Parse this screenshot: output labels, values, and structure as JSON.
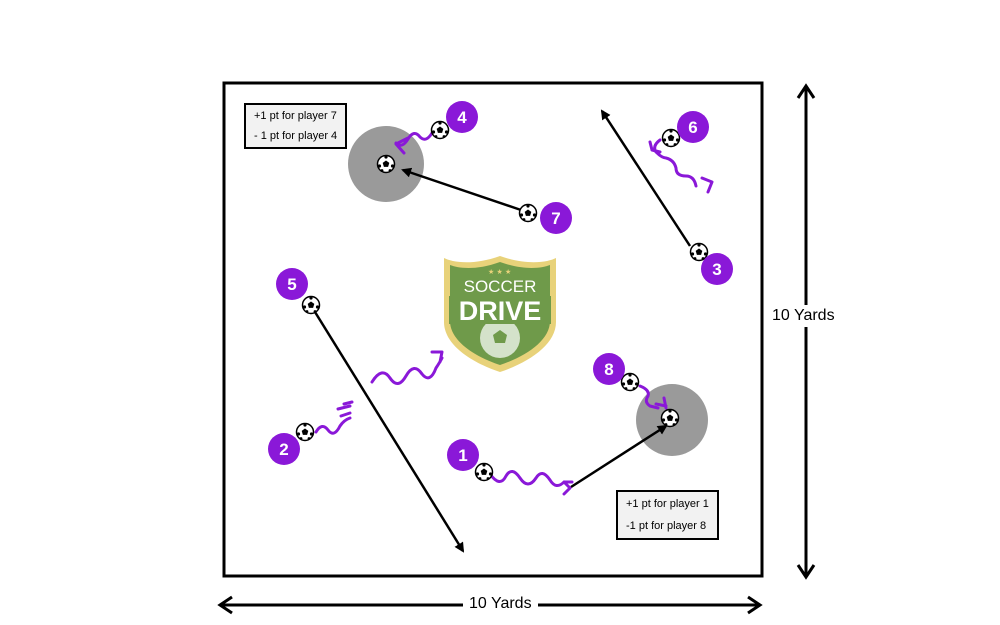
{
  "score_boxes": {
    "top_left": [
      "+1 pt for player 7",
      "- 1 pt for player 4"
    ],
    "bottom_right": [
      "+1 pt for player 1",
      "-1 pt for player 8"
    ]
  },
  "dimensions": {
    "width_label": "10 Yards",
    "height_label": "10 Yards"
  },
  "logo": {
    "line1": "SOCCER",
    "line2": "DRIVE",
    "icon": "soccer-drive-shield-logo"
  },
  "players": [
    {
      "number": "1"
    },
    {
      "number": "2"
    },
    {
      "number": "3"
    },
    {
      "number": "4"
    },
    {
      "number": "5"
    },
    {
      "number": "6"
    },
    {
      "number": "7"
    },
    {
      "number": "8"
    }
  ],
  "colors": {
    "player": "#8a18d8",
    "dribble": "#8a18d8",
    "target_zone": "#9a9a9a",
    "field_border": "#000000",
    "logo_green": "#6f9a4a",
    "logo_gold": "#e8d27a"
  }
}
